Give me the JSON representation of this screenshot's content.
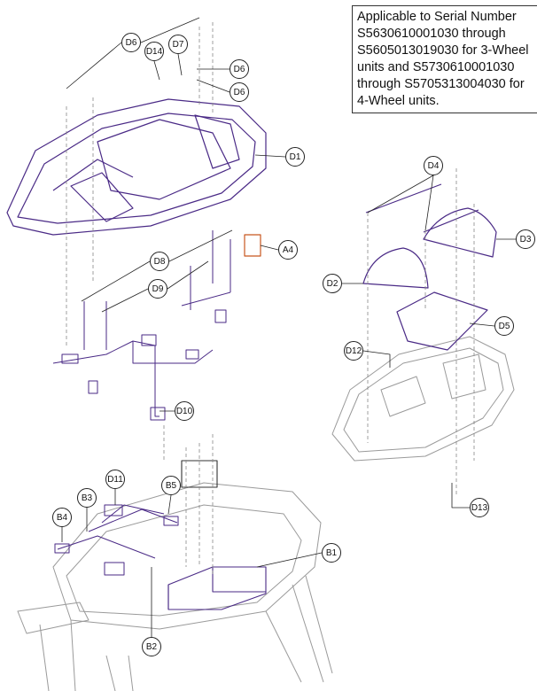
{
  "note": {
    "lines": [
      "Applicable to Serial Number",
      "S5630610001030 through",
      "S5605013019030 for 3-Wheel",
      "units and S5730610001030",
      "through S5705313004030 for",
      "4-Wheel units."
    ]
  },
  "callouts": {
    "d6a": "D6",
    "d14": "D14",
    "d7": "D7",
    "d6b": "D6",
    "d6c": "D6",
    "d1": "D1",
    "a4": "A4",
    "d8": "D8",
    "d9": "D9",
    "d10": "D10",
    "d11": "D11",
    "b5": "B5",
    "b3": "B3",
    "b4": "B4",
    "b1": "B1",
    "b2": "B2",
    "d4": "D4",
    "d3": "D3",
    "d2": "D2",
    "d5": "D5",
    "d12": "D12",
    "d13": "D13"
  },
  "colors": {
    "purple": "#4a2a86",
    "gray": "#9a9a9a",
    "orange": "#c8561e"
  }
}
